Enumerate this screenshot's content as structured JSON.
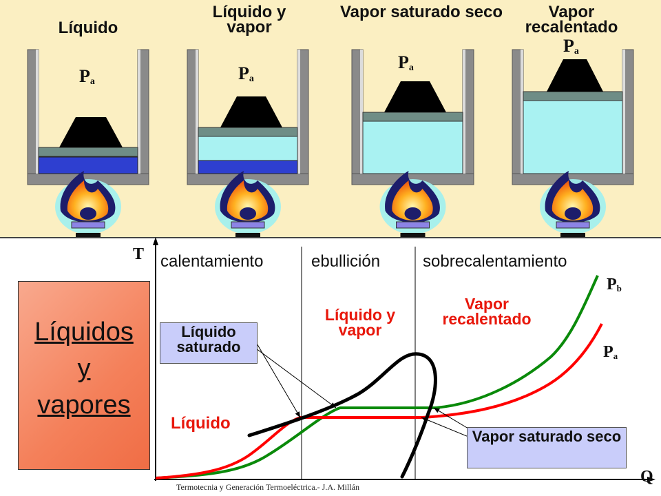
{
  "states": [
    {
      "title": "Líquido"
    },
    {
      "title": "Líquido y vapor"
    },
    {
      "title": "Vapor saturado seco"
    },
    {
      "title": "Vapor recalentado"
    }
  ],
  "pressure_label": {
    "main": "P",
    "sub": "a"
  },
  "colors": {
    "background": "#fbefc2",
    "liquid": "#2e3fd0",
    "vapor": "#a9f2f2",
    "piston": "#6f8d86",
    "weight": "#000000",
    "vessel": "#8a8a8a",
    "curve_pa": "#ff0000",
    "curve_pb": "#0a8a0a",
    "saturation_curve": "#000000",
    "callout_fill": "#c9cdfa",
    "side_box": "#f4805a"
  },
  "icons": {
    "burner": "flame-icon"
  },
  "graph": {
    "y_axis_label": "T",
    "x_axis_label": "Q",
    "regions": [
      "calentamiento",
      "ebullición",
      "sobrecalentamiento"
    ],
    "curve_labels": {
      "liquid": "Líquido",
      "liquid_vapor": "Líquido y vapor",
      "superheated": "Vapor recalentado"
    },
    "pressure_curves": [
      {
        "main": "P",
        "sub": "b"
      },
      {
        "main": "P",
        "sub": "a"
      }
    ],
    "callouts": {
      "saturated_liquid": "Líquido saturado",
      "saturated_vapor": "Vapor saturado seco"
    }
  },
  "side_title": {
    "line1": "Líquidos",
    "line2": "y",
    "line3": "vapores"
  },
  "footer": "Termotecnia y Generación Termoeléctrica.- J.A. Millán"
}
